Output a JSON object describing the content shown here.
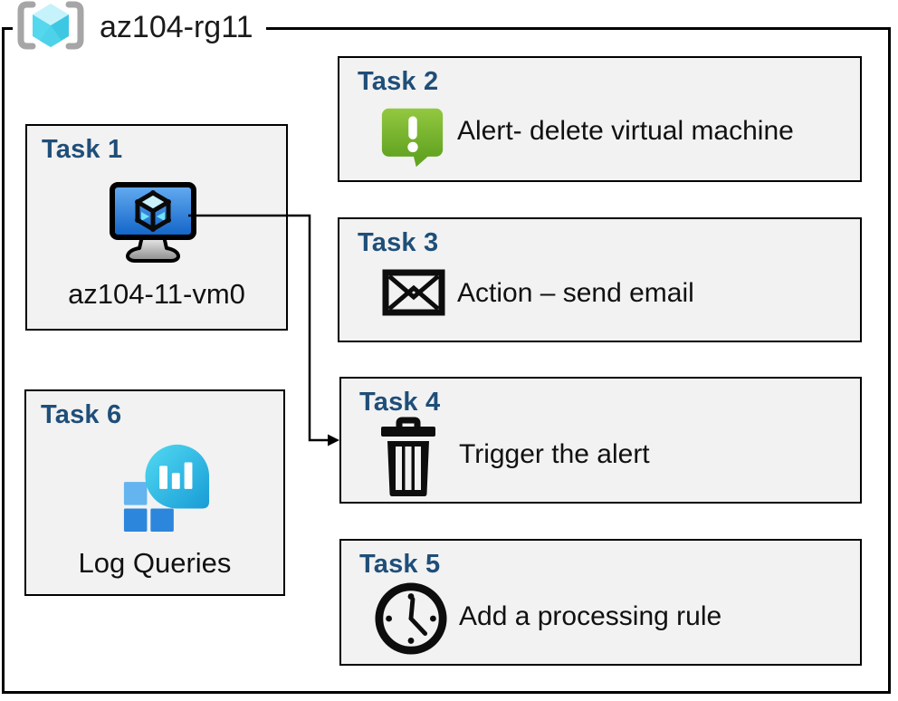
{
  "header": {
    "title": "az104-rg11",
    "icon": "resource-group-icon"
  },
  "tasks": {
    "t1": {
      "title": "Task 1",
      "label": "az104-11-vm0",
      "icon": "virtual-machine-icon"
    },
    "t2": {
      "title": "Task 2",
      "label": "Alert- delete virtual machine",
      "icon": "alert-icon"
    },
    "t3": {
      "title": "Task 3",
      "label": "Action – send email",
      "icon": "email-icon"
    },
    "t4": {
      "title": "Task 4",
      "label": "Trigger the alert",
      "icon": "trash-icon"
    },
    "t5": {
      "title": "Task 5",
      "label": "Add a processing rule",
      "icon": "clock-icon"
    },
    "t6": {
      "title": "Task 6",
      "label": "Log Queries",
      "icon": "log-queries-icon"
    }
  },
  "connector": {
    "from": "task1-virtual-machine",
    "to": "task4"
  },
  "colors": {
    "task_title_navy": "#1F4E79",
    "box_background": "#F2F2F2",
    "border_black": "#000000",
    "alert_green_light": "#93C840",
    "alert_green_dark": "#63A422",
    "vm_screen_blue_light": "#66ADF2",
    "vm_screen_blue_dark": "#0F62C6",
    "log_square_blue": "#2C86DC",
    "log_square_blue_light": "#63B4EF",
    "log_balloon_teal_light": "#52DAF2",
    "log_balloon_teal_dark": "#189CD6",
    "rg_cube_cyan_light": "#C5F2FB",
    "rg_cube_cyan_mid": "#55D7EE",
    "rg_cube_cyan_dark": "#3CC8E3",
    "rg_bracket_gray": "#A6A6A6"
  }
}
